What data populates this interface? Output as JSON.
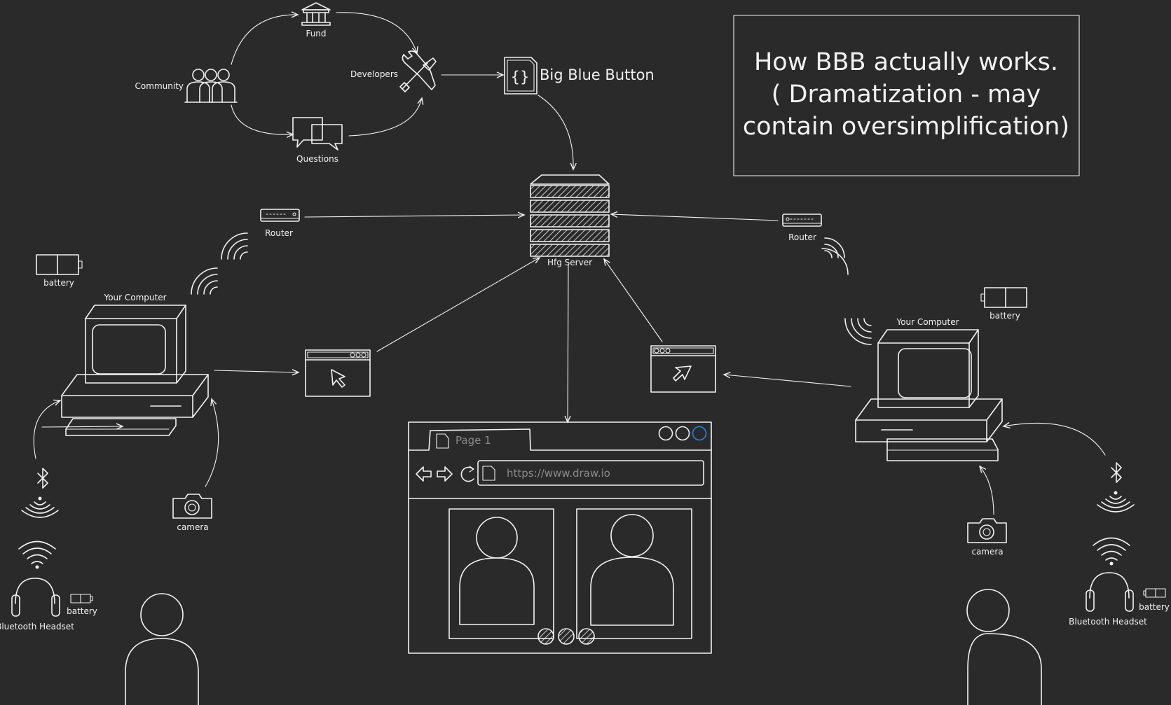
{
  "title": {
    "line1": "How BBB actually works.",
    "line2": "( Dramatization - may",
    "line3": "contain oversimplification)"
  },
  "labels": {
    "fund": "Fund",
    "community": "Community",
    "developers": "Developers",
    "questions": "Questions",
    "big_blue_button": "Big Blue Button",
    "server": "Hfg Server",
    "router_left": "Router",
    "router_right": "Router",
    "battery_left": "battery",
    "battery_right": "battery",
    "computer_left": "Your Computer",
    "computer_right": "Your Computer",
    "camera_left": "camera",
    "camera_right": "camera",
    "headset_left": "Bluetooth Headset",
    "headset_right": "Bluetooth Headset",
    "headset_battery_left": "battery",
    "headset_battery_right": "battery"
  },
  "browser": {
    "tab_label": "Page 1",
    "url": "https://www.draw.io"
  },
  "colors": {
    "background": "#2a2a2a",
    "stroke": "#f2f2f2",
    "accent": "#1e88e5"
  }
}
